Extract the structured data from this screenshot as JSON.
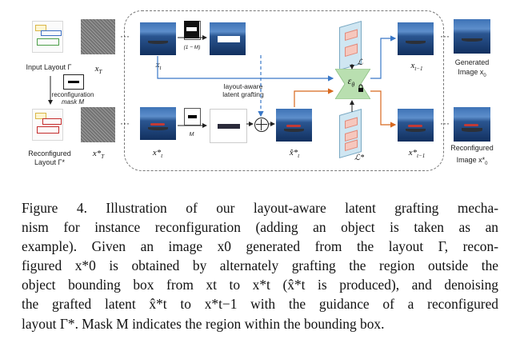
{
  "figure": {
    "labels": {
      "input_layout": "Input Layout Γ",
      "xT": "x",
      "xT_sub": "T",
      "reconfiguration_mask": "reconfiguration",
      "reconfiguration_mask_2": "mask M",
      "reconfigured_layout": "Reconfigured",
      "reconfigured_layout_2": "Layout Γ*",
      "xT_star": "x*",
      "xT_star_sub": "T",
      "xt": "x",
      "xt_sub": "t",
      "one_minus_M": "(1 − M)",
      "M": "M",
      "grafting": "layout-aware",
      "grafting_2": "latent grafting",
      "xt_star": "x*",
      "xt_star_sub": "t",
      "xt_hat_star": "x̂*",
      "xt_hat_star_sub": "t",
      "epsilon": "ε",
      "epsilon_sub": "θ",
      "L": "ℒ",
      "L_star": "ℒ*",
      "xt1": "x",
      "xt1_sub": "t−1",
      "xt1_star": "x*",
      "xt1_star_sub": "t−1",
      "generated": "Generated",
      "generated_2": "Image x",
      "generated_sub": "0",
      "reconfigured_img": "Reconfigured",
      "reconfigured_img_2": "Image x*",
      "reconfigured_img_sub": "0",
      "dots": "···"
    },
    "colors": {
      "arrow_blue": "#3a78c7",
      "arrow_orange": "#d8691f",
      "denoiser_green": "#b9dfb0"
    }
  },
  "caption": {
    "lines": [
      "Figure 4. Illustration of our layout-aware latent grafting mecha-",
      "nism for instance reconfiguration (adding an object is taken as an",
      "example). Given an image x0 generated from the layout Γ, recon-",
      "figured x*0 is obtained by alternately grafting the region outside the",
      "object bounding box from xt to x*t (x̂*t is produced), and denoising",
      "the grafted latent x̂*t to x*t−1 with the guidance of a reconfigured",
      "layout Γ*. Mask M indicates the region within the bounding box."
    ]
  }
}
